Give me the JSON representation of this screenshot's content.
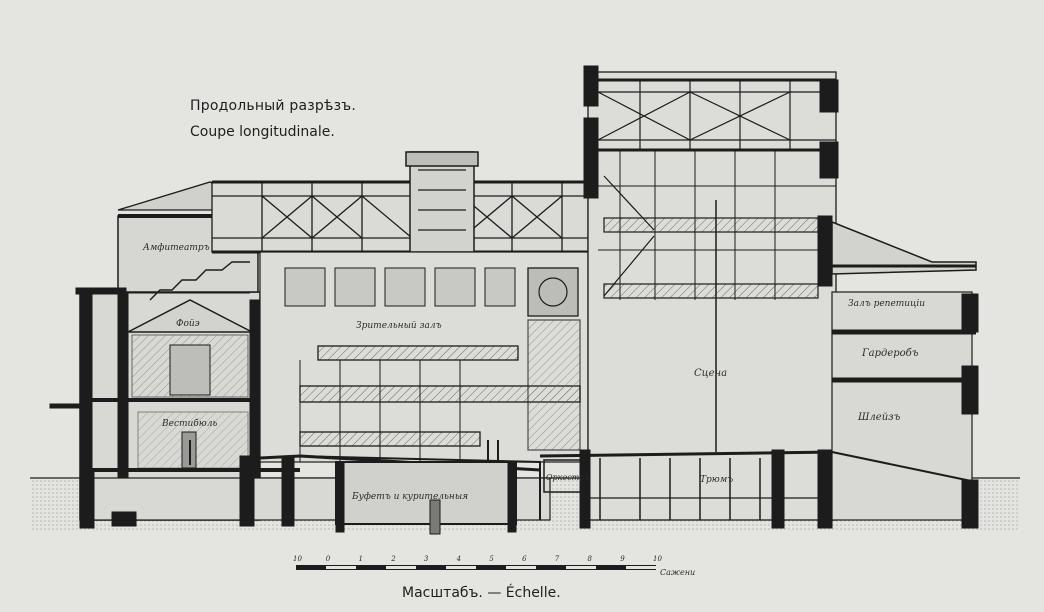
{
  "titles": {
    "russian": "Продольный разрѣзъ.",
    "french": "Coupe longitudinale."
  },
  "labels": {
    "amphitheatre": "Амфитеатръ",
    "foyer": "Фойэ",
    "auditorium": "Зрительный залъ",
    "vestibule": "Вестибюль",
    "buffet": "Буфетъ и курительныя",
    "orchestra": "Оркестръ",
    "stage": "Сцена",
    "trap_room": "Трюмъ",
    "rehearsal_hall": "Залъ репетиціи",
    "wardrobe": "Гардеробъ",
    "sheds": "Шлейзъ"
  },
  "scale": {
    "ticks": [
      "10",
      "0",
      "1",
      "2",
      "3",
      "4",
      "5",
      "6",
      "7",
      "8",
      "9",
      "10"
    ],
    "unit": "Сажени",
    "caption": "Масштабъ. — Échelle."
  },
  "colors": {
    "paper": "#e4e4e1",
    "ink": "#1c1c1c",
    "wash": "#cfcfcb"
  }
}
